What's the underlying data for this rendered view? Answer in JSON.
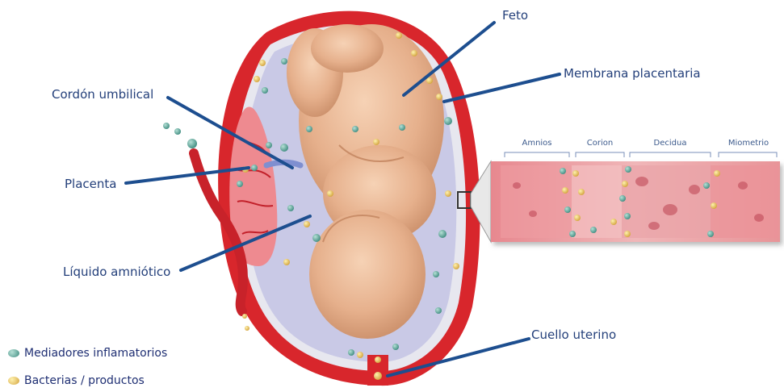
{
  "labels": {
    "feto": "Feto",
    "membrana": "Membrana placentaria",
    "cordon": "Cordón umbilical",
    "placenta": "Placenta",
    "liquido": "Líquido amniótico",
    "cuello": "Cuello uterino"
  },
  "tissue_layers": [
    "Amnios",
    "Corion",
    "Decidua",
    "Miometrio"
  ],
  "legend": [
    {
      "label": "Mediadores inflamatorios",
      "color": "#5aa59a"
    },
    {
      "label": "Bacterias / productos",
      "color": "#e8c25a"
    }
  ],
  "colors": {
    "uterus_wall": "#d8262c",
    "amniotic_fluid": "#c9c9e6",
    "fetus": "#e6b08c",
    "pointer": "#1d4e8f",
    "label_text": "#233f7a",
    "tissue": "#e79aa0"
  }
}
